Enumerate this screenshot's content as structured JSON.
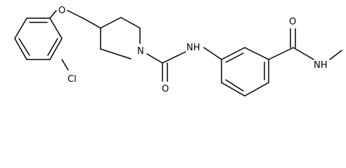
{
  "labels": {
    "oxygen_ether": "O",
    "chlorine": "Cl",
    "nitrogen_ring": "N",
    "oxygen_urea": "O",
    "nitrogen_urea": "NH",
    "oxygen_amide": "O",
    "nitrogen_amide": "NH"
  }
}
